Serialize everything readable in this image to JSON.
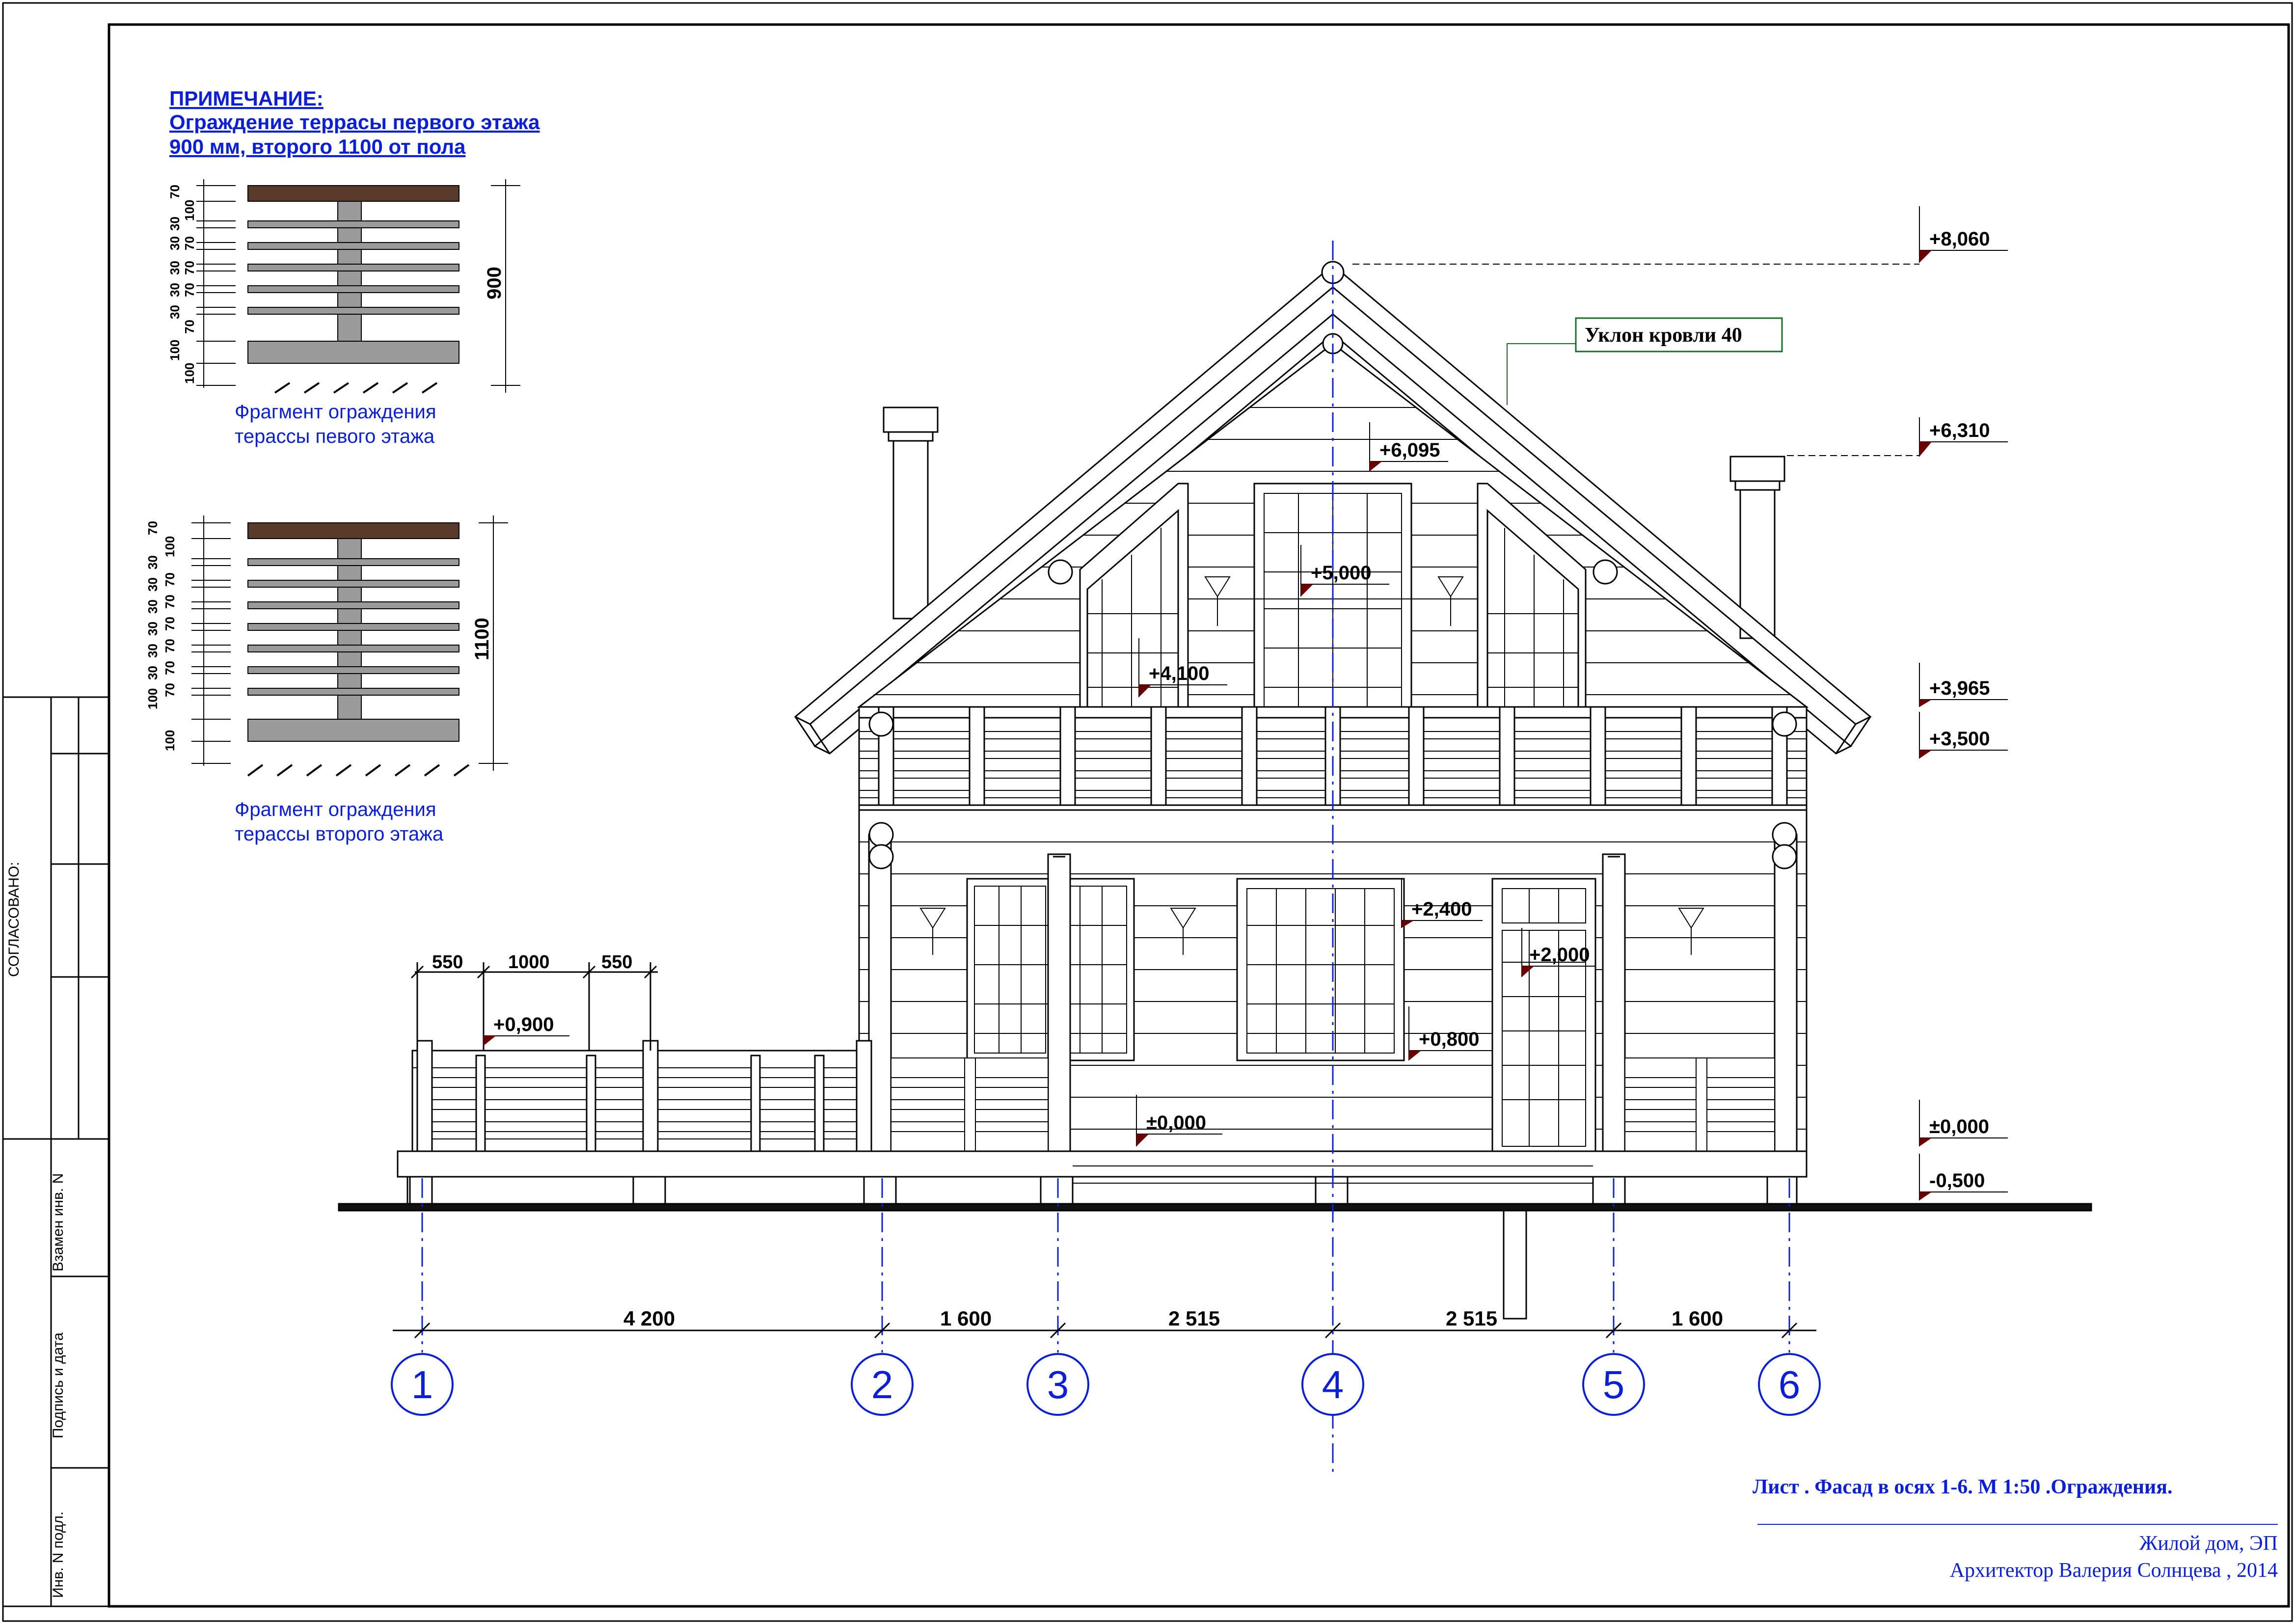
{
  "note": {
    "title": "ПРИМЕЧАНИЕ:",
    "line1": "Ограждение террасы первого этажа",
    "line2": "900 мм, второго 1100 от пола"
  },
  "fragment1": {
    "caption1": "Фрагмент ограждения",
    "caption2": "терассы певого этажа",
    "total": "900",
    "dims": [
      "70",
      "100",
      "30",
      "30",
      "70",
      "30",
      "70",
      "30",
      "70",
      "30",
      "70",
      "100",
      "100"
    ]
  },
  "fragment2": {
    "caption1": "Фрагмент ограждения",
    "caption2": "терассы второго этажа",
    "total": "1100",
    "dims": [
      "70",
      "100",
      "30",
      "70",
      "30",
      "70",
      "30",
      "70",
      "30",
      "70",
      "30",
      "70",
      "30",
      "70",
      "100",
      "100"
    ]
  },
  "slope_label": "Уклон кровли 40",
  "levels_right": [
    "+8,060",
    "+6,310",
    "+3,965",
    "+3,500",
    "±0,000",
    "-0,500"
  ],
  "levels_inner": [
    "+6,095",
    "+5,000",
    "+4,100",
    "+2,400",
    "+2,000",
    "+0,800",
    "±0,000",
    "+0,900"
  ],
  "terrace_dims": [
    "550",
    "1000",
    "550"
  ],
  "axis_dims": [
    "4 200",
    "1 600",
    "2 515",
    "2 515",
    "1 600"
  ],
  "axes": [
    "1",
    "2",
    "3",
    "4",
    "5",
    "6"
  ],
  "stamp": {
    "sheet_title": "Лист    . Фасад в осях 1-6. М 1:50 .Ограждения.",
    "project": "Жилой дом, ЭП",
    "author": "Архитектор Валерия Солнцева , 2014"
  },
  "side_labels": {
    "agreed": "СОГЛАСОВАНО:",
    "replace": "Взамен инв. N",
    "sign": "Подпись и дата",
    "inv": "Инв. N подл."
  },
  "colors": {
    "accent_blue": "#0a1fd6",
    "rail_top": "#5a3a2a",
    "rail_gray": "#9a9a9a",
    "level_marker": "#6b0000",
    "slope_box": "#1a6b2a"
  }
}
